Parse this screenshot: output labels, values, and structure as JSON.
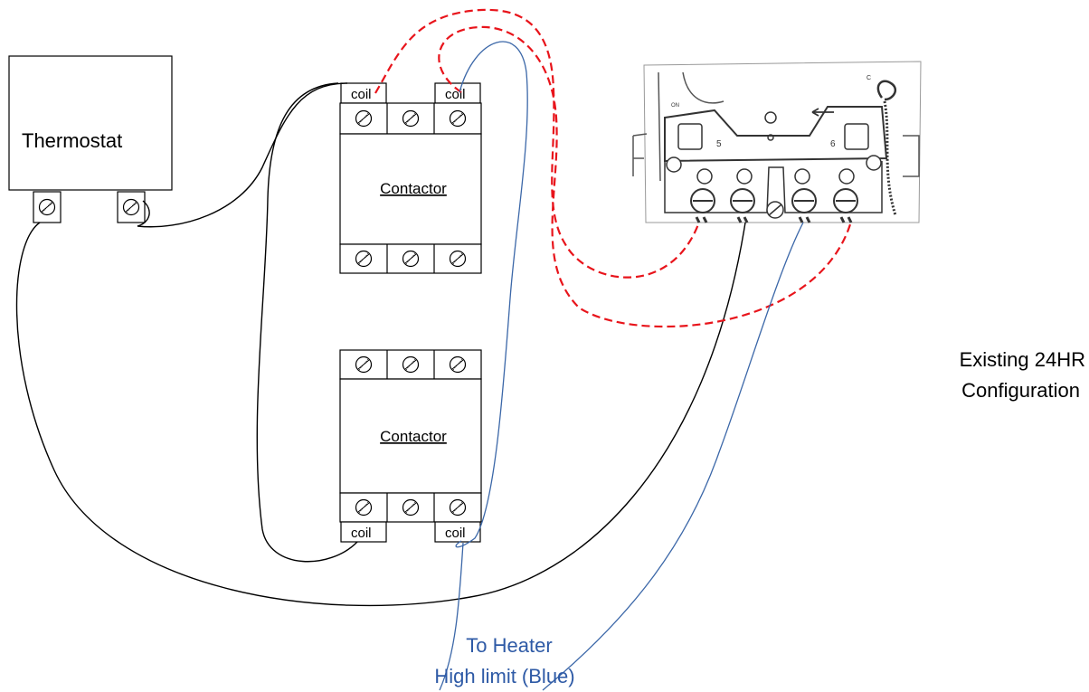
{
  "thermostat": {
    "label": "Thermostat"
  },
  "contactor_top": {
    "label": "Contactor",
    "coil_left": "coil",
    "coil_right": "coil"
  },
  "contactor_bottom": {
    "label": "Contactor",
    "coil_left": "coil",
    "coil_right": "coil"
  },
  "caption": {
    "line1": "Existing 24HR",
    "line2": "Configuration"
  },
  "heater_note": {
    "line1": "To Heater",
    "line2": "High limit (Blue)"
  },
  "colors": {
    "black_wire": "#000000",
    "red_wire": "#e8141b",
    "blue_wire": "#3b67a8",
    "label_blue": "#2e5aa6"
  },
  "icons": [
    "screw-terminal-icon",
    "timer-switch-icon"
  ]
}
